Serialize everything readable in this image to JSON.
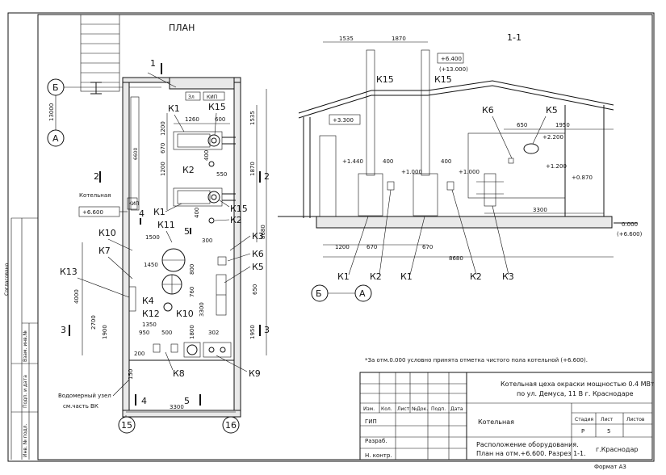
{
  "plan": {
    "title": "ПЛАН",
    "room_label": "Котельная",
    "level_mark": "+6.600",
    "node_label_line1": "Водомерный узел",
    "node_label_line2": "см.часть ВК",
    "axes": {
      "a": "А",
      "b": "Б",
      "col15": "15",
      "col16": "16"
    },
    "sections": {
      "s1": "1",
      "s2": "2",
      "s3": "3",
      "s4": "4",
      "s5": "5"
    },
    "small_labels": {
      "za": "Зл",
      "kip": "КИП",
      "kip2": "КИП",
      "vert_text": "6600"
    },
    "dims": {
      "d13000": "13000",
      "d1260": "1260",
      "d600": "600",
      "d1200a": "1200",
      "d1200b": "1200",
      "d670": "670",
      "d400a": "400",
      "d550": "550",
      "d400b": "400",
      "d1535": "1535",
      "d1870": "1870",
      "d8680": "8680",
      "d1500": "1500",
      "d300": "300",
      "d1450": "1450",
      "d4000": "4000",
      "d800": "800",
      "d760": "760",
      "d650": "650",
      "d3300v": "3300",
      "d1350": "1350",
      "d2700": "2700",
      "d1900": "1900",
      "d1800": "1800",
      "d950": "950",
      "d500": "500",
      "d302": "302",
      "d1950": "1950",
      "d200": "200",
      "d150": "150",
      "d3300": "3300"
    },
    "tags": {
      "k1a": "К1",
      "k15a": "К15",
      "k2a": "К2",
      "k1b": "К1",
      "k15b": "К15",
      "k2b": "К2",
      "k11": "К11",
      "k3": "К3",
      "k6": "К6",
      "k5": "К5",
      "k10a": "К10",
      "k7": "К7",
      "k13": "К13",
      "k4": "К4",
      "k12": "К12",
      "k10b": "К10",
      "k8": "К8",
      "k9": "К9"
    }
  },
  "section": {
    "title": "1-1",
    "marks": {
      "m6400": "+6.400",
      "m13000": "(+13.000)",
      "m3300": "+3.300",
      "m1440": "+1.440",
      "m1000a": "+1.000",
      "m1000b": "+1.000",
      "m2200": "+2.200",
      "m1200": "+1.200",
      "m0870": "+0.870",
      "m0000": "0.000",
      "m6600": "(+6.600)"
    },
    "dims": {
      "d1535": "1535",
      "d1870": "1870",
      "d400a": "400",
      "d400b": "400",
      "d650": "650",
      "d1950": "1950",
      "d3300": "3300",
      "d1200": "1200",
      "d670a": "670",
      "d670b": "670",
      "d8680": "8680"
    },
    "tags": {
      "k15a": "К15",
      "k15b": "К15",
      "k6": "К6",
      "k5": "К5",
      "k1a": "К1",
      "k2a": "К2",
      "k1b": "К1",
      "k2b": "К2",
      "k3": "К3"
    },
    "axes": {
      "b": "Б",
      "a": "А"
    },
    "note": "*За отм.0.000 условно принята отметка чистого пола котельной (+6.600)."
  },
  "stamp": {
    "side_cells": [
      "Согласовано",
      "Взам. инв.№",
      "Подп. и дата",
      "Инв. № подл."
    ],
    "headers": [
      "Изм.",
      "Кол.",
      "Лист",
      "№Док.",
      "Подп.",
      "Дата"
    ],
    "roles": [
      "ГИП",
      "Разраб.",
      "Н. контр."
    ],
    "project_title_line1": "Котельная цеха окраски мощностью 0.4 МВт",
    "project_title_line2": "по ул. Демуса, 11 В г. Краснодаре",
    "object_name": "Котельная",
    "sheet_title_line1": "Расположение оборудования.",
    "sheet_title_line2": "План на отм.+6.600. Разрез 1-1.",
    "stage_label": "Стадия",
    "sheet_label": "Лист",
    "sheets_label": "Листов",
    "stage_value": "Р",
    "sheet_value": "5",
    "sheets_value": "",
    "city": "г.Краснодар",
    "format": "Формат А3"
  }
}
